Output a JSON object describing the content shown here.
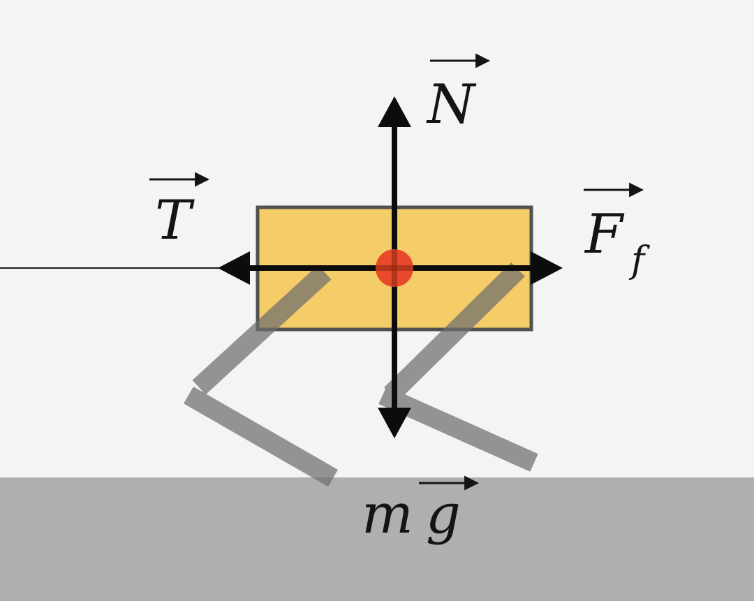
{
  "diagram": {
    "labels": {
      "normal": "N",
      "tension": "T",
      "friction": "F",
      "friction_subscript": "f",
      "weight_mass": "m",
      "weight_g": "g"
    },
    "colors": {
      "background": "#f4f4f5",
      "ground": "#aeafb1",
      "block_fill": "#f4cc68",
      "block_stroke": "#515151",
      "center_of_mass": "#e8492a",
      "arrows": "#0c0c0c",
      "legs": "#6e6e6e"
    },
    "icons": [
      "block-body",
      "center-of-mass-dot",
      "leg-shadow",
      "rope-line",
      "force-arrow"
    ]
  }
}
